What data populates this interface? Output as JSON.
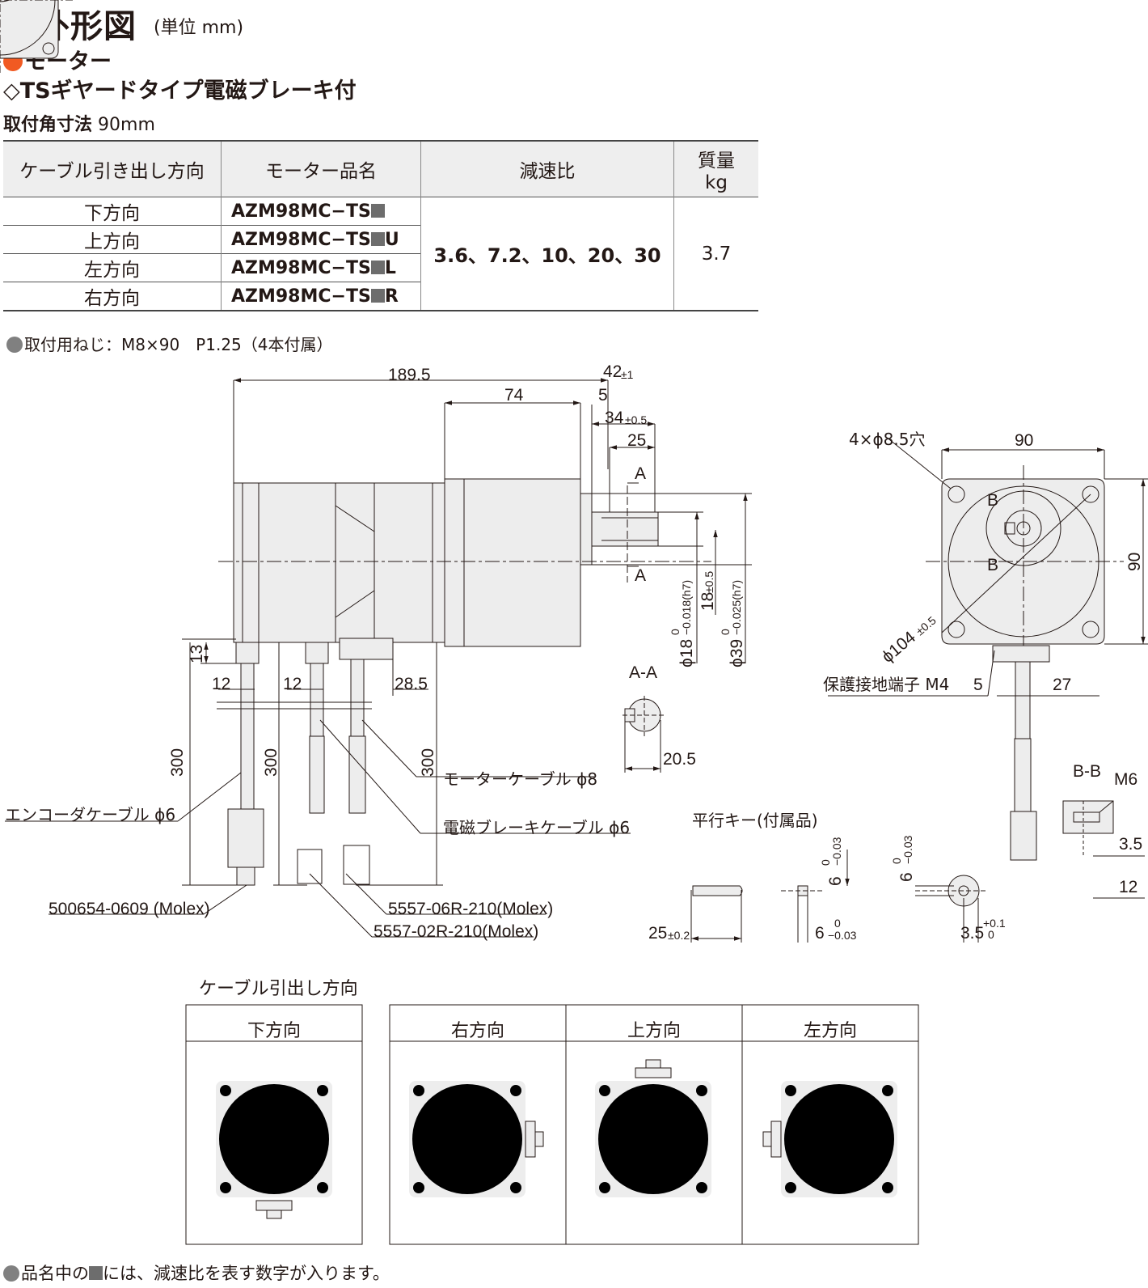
{
  "header": {
    "title": "外形図",
    "unit": "(単位 mm)",
    "category": "モーター",
    "product_type": "◇TSギヤードタイプ電磁ブレーキ付",
    "mount_label": "取付角寸法",
    "mount_value": "90mm"
  },
  "table": {
    "headers": [
      "ケーブル引き出し方向",
      "モーター品名",
      "減速比",
      "質量"
    ],
    "mass_unit": "kg",
    "rows": [
      {
        "direction": "下方向",
        "model": "AZM98MC−TS",
        "suffix": ""
      },
      {
        "direction": "上方向",
        "model": "AZM98MC−TS",
        "suffix": "U"
      },
      {
        "direction": "左方向",
        "model": "AZM98MC−TS",
        "suffix": "L"
      },
      {
        "direction": "右方向",
        "model": "AZM98MC−TS",
        "suffix": "R"
      }
    ],
    "ratio": "3.6、7.2、10、20、30",
    "mass": "3.7"
  },
  "screw_note": "取付用ねじ：M8×90　P1.25（4本付属）",
  "dims": {
    "d189_5": "189.5",
    "d42": "42",
    "d42_tol": "±1",
    "d74": "74",
    "d5": "5",
    "d34": "34",
    "d34_tol": "±0.5",
    "d25": "25",
    "secA": "A",
    "d13": "13",
    "d12a": "12",
    "d12b": "12",
    "d28_5": "28.5",
    "d300a": "300",
    "d300b": "300",
    "d300c": "300",
    "shaft18": "ϕ18",
    "shaft18_tol": "−0.018(h7)",
    "zero": "0",
    "key18": "18",
    "key18_tol": "±0.5",
    "pilot39": "ϕ39",
    "pilot39_tol": "−0.025(h7)",
    "holes": "4×ϕ8.5穴",
    "d90w": "90",
    "d90h": "90",
    "secB": "B",
    "pcd104": "ϕ104",
    "pcd104_tol": "±0.5",
    "ground": "保護接地端子 M4",
    "d5b": "5",
    "d27": "27",
    "aa": "A-A",
    "d20_5": "20.5",
    "bb": "B-B",
    "m6": "M6",
    "d3_5": "3.5",
    "d12c": "12",
    "key_title": "平行キー(付属品)",
    "k25": "25",
    "k25_tol": "±0.2",
    "k6a": "6",
    "k6_tol": "−0.03",
    "k6b": "6",
    "k6c": "6",
    "k3_5": "3.5",
    "k3_5_tol_up": "+0.1",
    "k3_5_tol_lo": "0"
  },
  "callouts": {
    "motor_cable": "モーターケーブル ϕ8",
    "brake_cable": "電磁ブレーキケーブル ϕ6",
    "encoder_cable": "エンコーダケーブル ϕ6",
    "conn1": "500654-0609 (Molex)",
    "conn2": "5557-06R-210(Molex)",
    "conn3": "5557-02R-210(Molex)"
  },
  "directions": {
    "title": "ケーブル引出し方向",
    "items": [
      "下方向",
      "右方向",
      "上方向",
      "左方向"
    ]
  },
  "footnote_pre": "品名中の",
  "footnote_post": "には、減速比を表す数字が入ります。",
  "colors": {
    "accent": "#f15a22",
    "fill": "#ededed",
    "line": "#231815"
  }
}
